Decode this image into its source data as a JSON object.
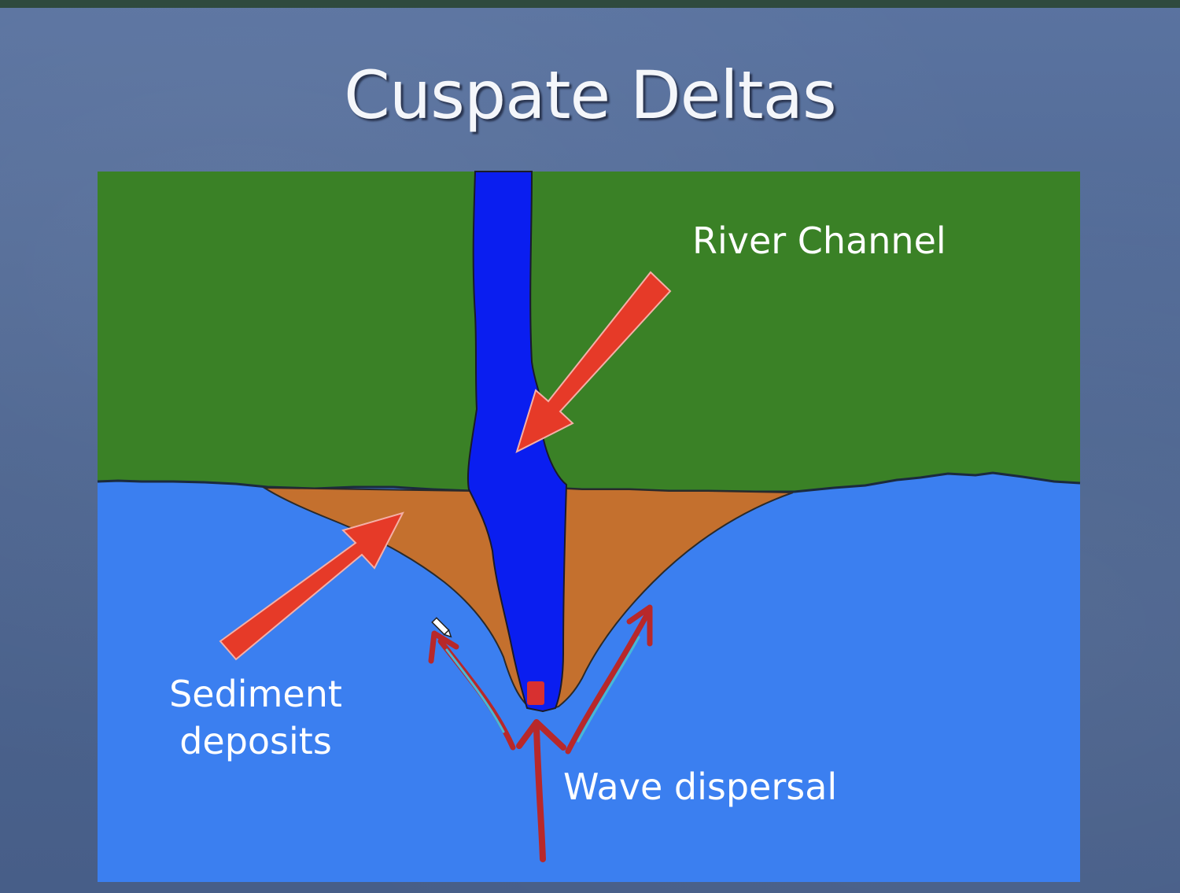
{
  "slide": {
    "title": "Cuspate Deltas"
  },
  "diagram": {
    "labels": {
      "river_channel": "River Channel",
      "sediment_line1": "Sediment",
      "sediment_line2": "deposits",
      "wave_dispersal": "Wave dispersal"
    },
    "colors": {
      "land": "#3a8126",
      "sea": "#3b7ff0",
      "river": "#0a1ef0",
      "sediment": "#c4702e",
      "arrow": "#e63a28",
      "wave_arrow": "#b8282a",
      "text": "#ffffff"
    },
    "icons": [
      "pencil-cursor-icon"
    ]
  }
}
